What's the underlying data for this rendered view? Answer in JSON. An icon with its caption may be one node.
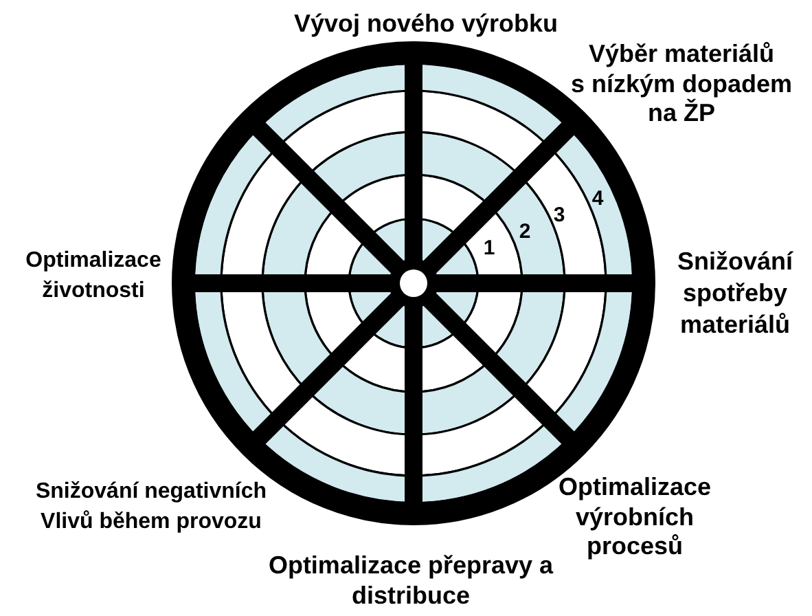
{
  "diagram": {
    "labels": [
      "Vývoj nového výrobku",
      "Výběr materiálů s nízkým dopadem na ŽP",
      "Snižování spotřeby materiálů",
      "Optimalizace výrobních procesů",
      "Optimalizace přepravy a distribuce",
      "Snižování negativních Vlivů během provozu",
      "Optimalizace životnosti",
      "1",
      "2",
      "3",
      "4"
    ]
  }
}
